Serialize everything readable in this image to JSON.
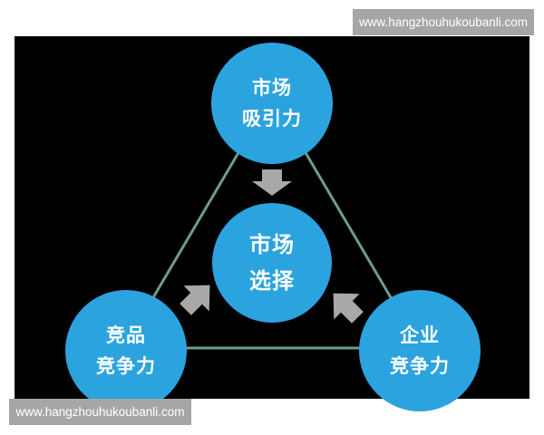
{
  "diagram": {
    "title": "",
    "nodes": {
      "top": {
        "line1": "市场",
        "line2": "吸引力"
      },
      "center": {
        "line1": "市场",
        "line2": "选择"
      },
      "left": {
        "line1": "竞品",
        "line2": "竞争力"
      },
      "right": {
        "line1": "企业",
        "line2": "竞争力"
      }
    },
    "edges": [
      {
        "from": "top",
        "to": "left"
      },
      {
        "from": "top",
        "to": "right"
      },
      {
        "from": "left",
        "to": "right"
      }
    ],
    "arrows": [
      {
        "from": "top",
        "to": "center",
        "direction": "down"
      },
      {
        "from": "left",
        "to": "center",
        "direction": "up-right"
      },
      {
        "from": "right",
        "to": "center",
        "direction": "up-left"
      }
    ],
    "colors": {
      "background": "#000000",
      "node_fill": "#2ba3de",
      "edge": "#6e9e84",
      "arrow": "#a8a8a8",
      "text": "#ffffff"
    }
  },
  "watermarks": {
    "top_right": "www.hangzhouhukoubanli.com",
    "bottom_left": "www.hangzhouhukoubanli.com"
  }
}
